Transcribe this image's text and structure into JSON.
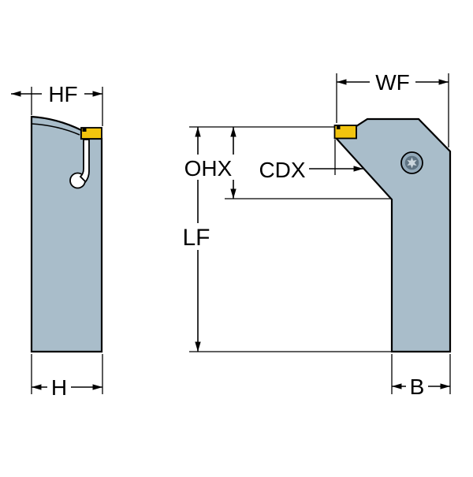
{
  "labels": {
    "hf": "HF",
    "h": "H",
    "wf": "WF",
    "ohx": "OHX",
    "cdx": "CDX",
    "lf": "LF",
    "b": "B"
  },
  "colors": {
    "body": "#a9bdca",
    "insert": "#f2c40e",
    "outline": "#000000",
    "background": "#ffffff",
    "screw_outer": "#93a9b9",
    "screw_inner": "#5f7382",
    "screw_star": "#ccd7de"
  }
}
